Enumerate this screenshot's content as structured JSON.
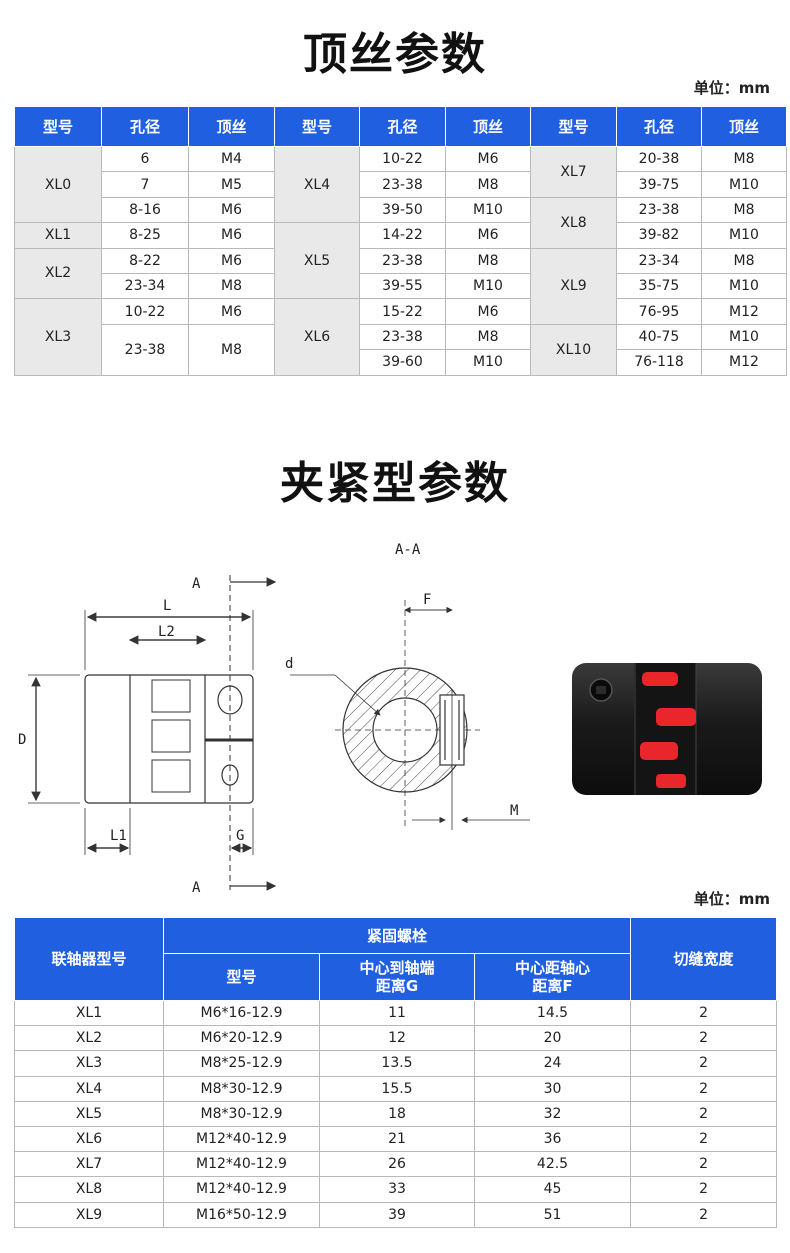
{
  "section1": {
    "title": "顶丝参数",
    "unit": "单位：mm",
    "headers": [
      "型号",
      "孔径",
      "顶丝",
      "型号",
      "孔径",
      "顶丝",
      "型号",
      "孔径",
      "顶丝"
    ],
    "col1": {
      "models": [
        "XL0",
        "XL1",
        "XL2",
        "XL3"
      ],
      "rows": [
        [
          "6",
          "M4"
        ],
        [
          "7",
          "M5"
        ],
        [
          "8-16",
          "M6"
        ],
        [
          "8-25",
          "M6"
        ],
        [
          "8-22",
          "M6"
        ],
        [
          "23-34",
          "M8"
        ],
        [
          "10-22",
          "M6"
        ],
        [
          "23-38",
          "M8"
        ]
      ]
    },
    "col2": {
      "models": [
        "XL4",
        "XL5",
        "XL6"
      ],
      "rows": [
        [
          "10-22",
          "M6"
        ],
        [
          "23-38",
          "M8"
        ],
        [
          "39-50",
          "M10"
        ],
        [
          "14-22",
          "M6"
        ],
        [
          "23-38",
          "M8"
        ],
        [
          "39-55",
          "M10"
        ],
        [
          "15-22",
          "M6"
        ],
        [
          "23-38",
          "M8"
        ],
        [
          "39-60",
          "M10"
        ]
      ]
    },
    "col3": {
      "models": [
        "XL7",
        "XL8",
        "XL9",
        "XL10"
      ],
      "rows": [
        [
          "20-38",
          "M8"
        ],
        [
          "39-75",
          "M10"
        ],
        [
          "23-38",
          "M8"
        ],
        [
          "39-82",
          "M10"
        ],
        [
          "23-34",
          "M8"
        ],
        [
          "35-75",
          "M10"
        ],
        [
          "76-95",
          "M12"
        ],
        [
          "40-75",
          "M10"
        ],
        [
          "76-118",
          "M12"
        ]
      ]
    }
  },
  "section2": {
    "title": "夹紧型参数",
    "unit": "单位：mm",
    "headers": {
      "model": "联轴器型号",
      "screw_group": "紧固螺栓",
      "screw_type": "型号",
      "g_line1": "中心到轴端",
      "g_line2": "距离G",
      "f_line1": "中心距轴心",
      "f_line2": "距离F",
      "slit": "切缝宽度"
    },
    "rows": [
      [
        "XL1",
        "M6*16-12.9",
        "11",
        "14.5",
        "2"
      ],
      [
        "XL2",
        "M6*20-12.9",
        "12",
        "20",
        "2"
      ],
      [
        "XL3",
        "M8*25-12.9",
        "13.5",
        "24",
        "2"
      ],
      [
        "XL4",
        "M8*30-12.9",
        "15.5",
        "30",
        "2"
      ],
      [
        "XL5",
        "M8*30-12.9",
        "18",
        "32",
        "2"
      ],
      [
        "XL6",
        "M12*40-12.9",
        "21",
        "36",
        "2"
      ],
      [
        "XL7",
        "M12*40-12.9",
        "26",
        "42.5",
        "2"
      ],
      [
        "XL8",
        "M12*40-12.9",
        "33",
        "45",
        "2"
      ],
      [
        "XL9",
        "M16*50-12.9",
        "39",
        "51",
        "2"
      ]
    ]
  },
  "diagram": {
    "section_label": "A-A",
    "labels": {
      "a_top": "A",
      "a_bottom": "A",
      "L": "L",
      "L2": "L2",
      "L1": "L1",
      "D": "D",
      "G": "G",
      "d": "d",
      "F": "F",
      "M": "M"
    }
  },
  "colors": {
    "header_blue": "#1f5fe0",
    "model_gray": "#e9e9e9",
    "spider_red": "#e8262b"
  }
}
